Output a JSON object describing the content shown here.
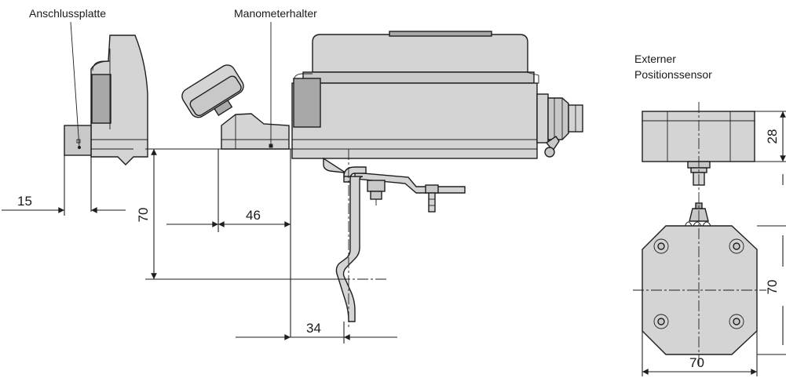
{
  "labels": {
    "connection_plate": "Anschlussplatte",
    "gauge_holder": "Manometerhalter",
    "external_sensor_line1": "Externer",
    "external_sensor_line2": "Positionssensor"
  },
  "dimensions": {
    "plate_offset": "15",
    "holder_width": "46",
    "height_main": "70",
    "bracket_offset": "34",
    "sensor_height": "28",
    "sensor_plate_height": "70",
    "sensor_plate_width": "70"
  },
  "colors": {
    "part_fill": "#d4d4d4",
    "outline": "#1e1e1e"
  }
}
